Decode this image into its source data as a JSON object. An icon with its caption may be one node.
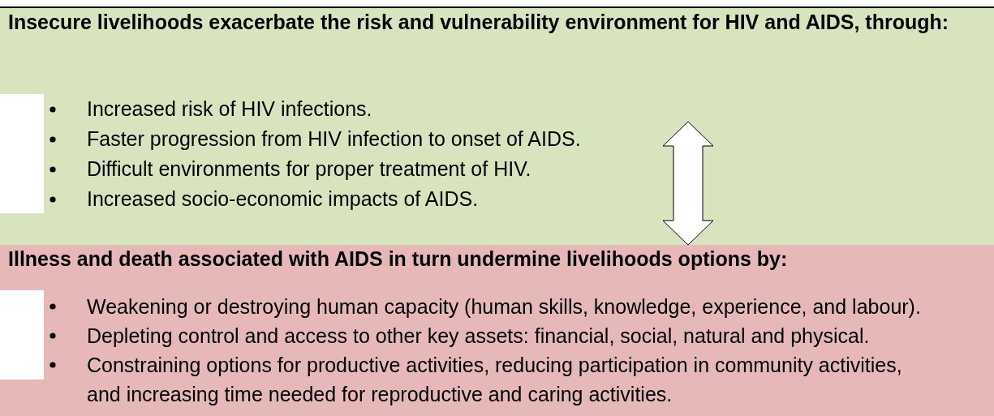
{
  "diagram": {
    "nodes": [
      {
        "text": [
          "Insecure livelihoods exacerbate the risk and vulnerability environment for HIV and AIDS, through:",
          "Increased risk of HIV infections.",
          "Faster progression from HIV infection to onset of AIDS.",
          "Difficult environments for proper treatment of HIV.",
          "Increased socio-economic impacts of AIDS."
        ]
      },
      {
        "text": [
          "Illness and death associated with AIDS in turn undermine livelihoods options by:",
          "Weakening or destroying human capacity (human skills, knowledge, experience, and labour).",
          "Depleting control and access to other key assets: financial, social, natural and physical.",
          "Constraining options for productive activities, reducing participation in community activities, and increasing time needed for reproductive and caring activities."
        ]
      }
    ],
    "edges": [
      {
        "from": 0,
        "to": 1,
        "arrow": "both"
      }
    ]
  }
}
